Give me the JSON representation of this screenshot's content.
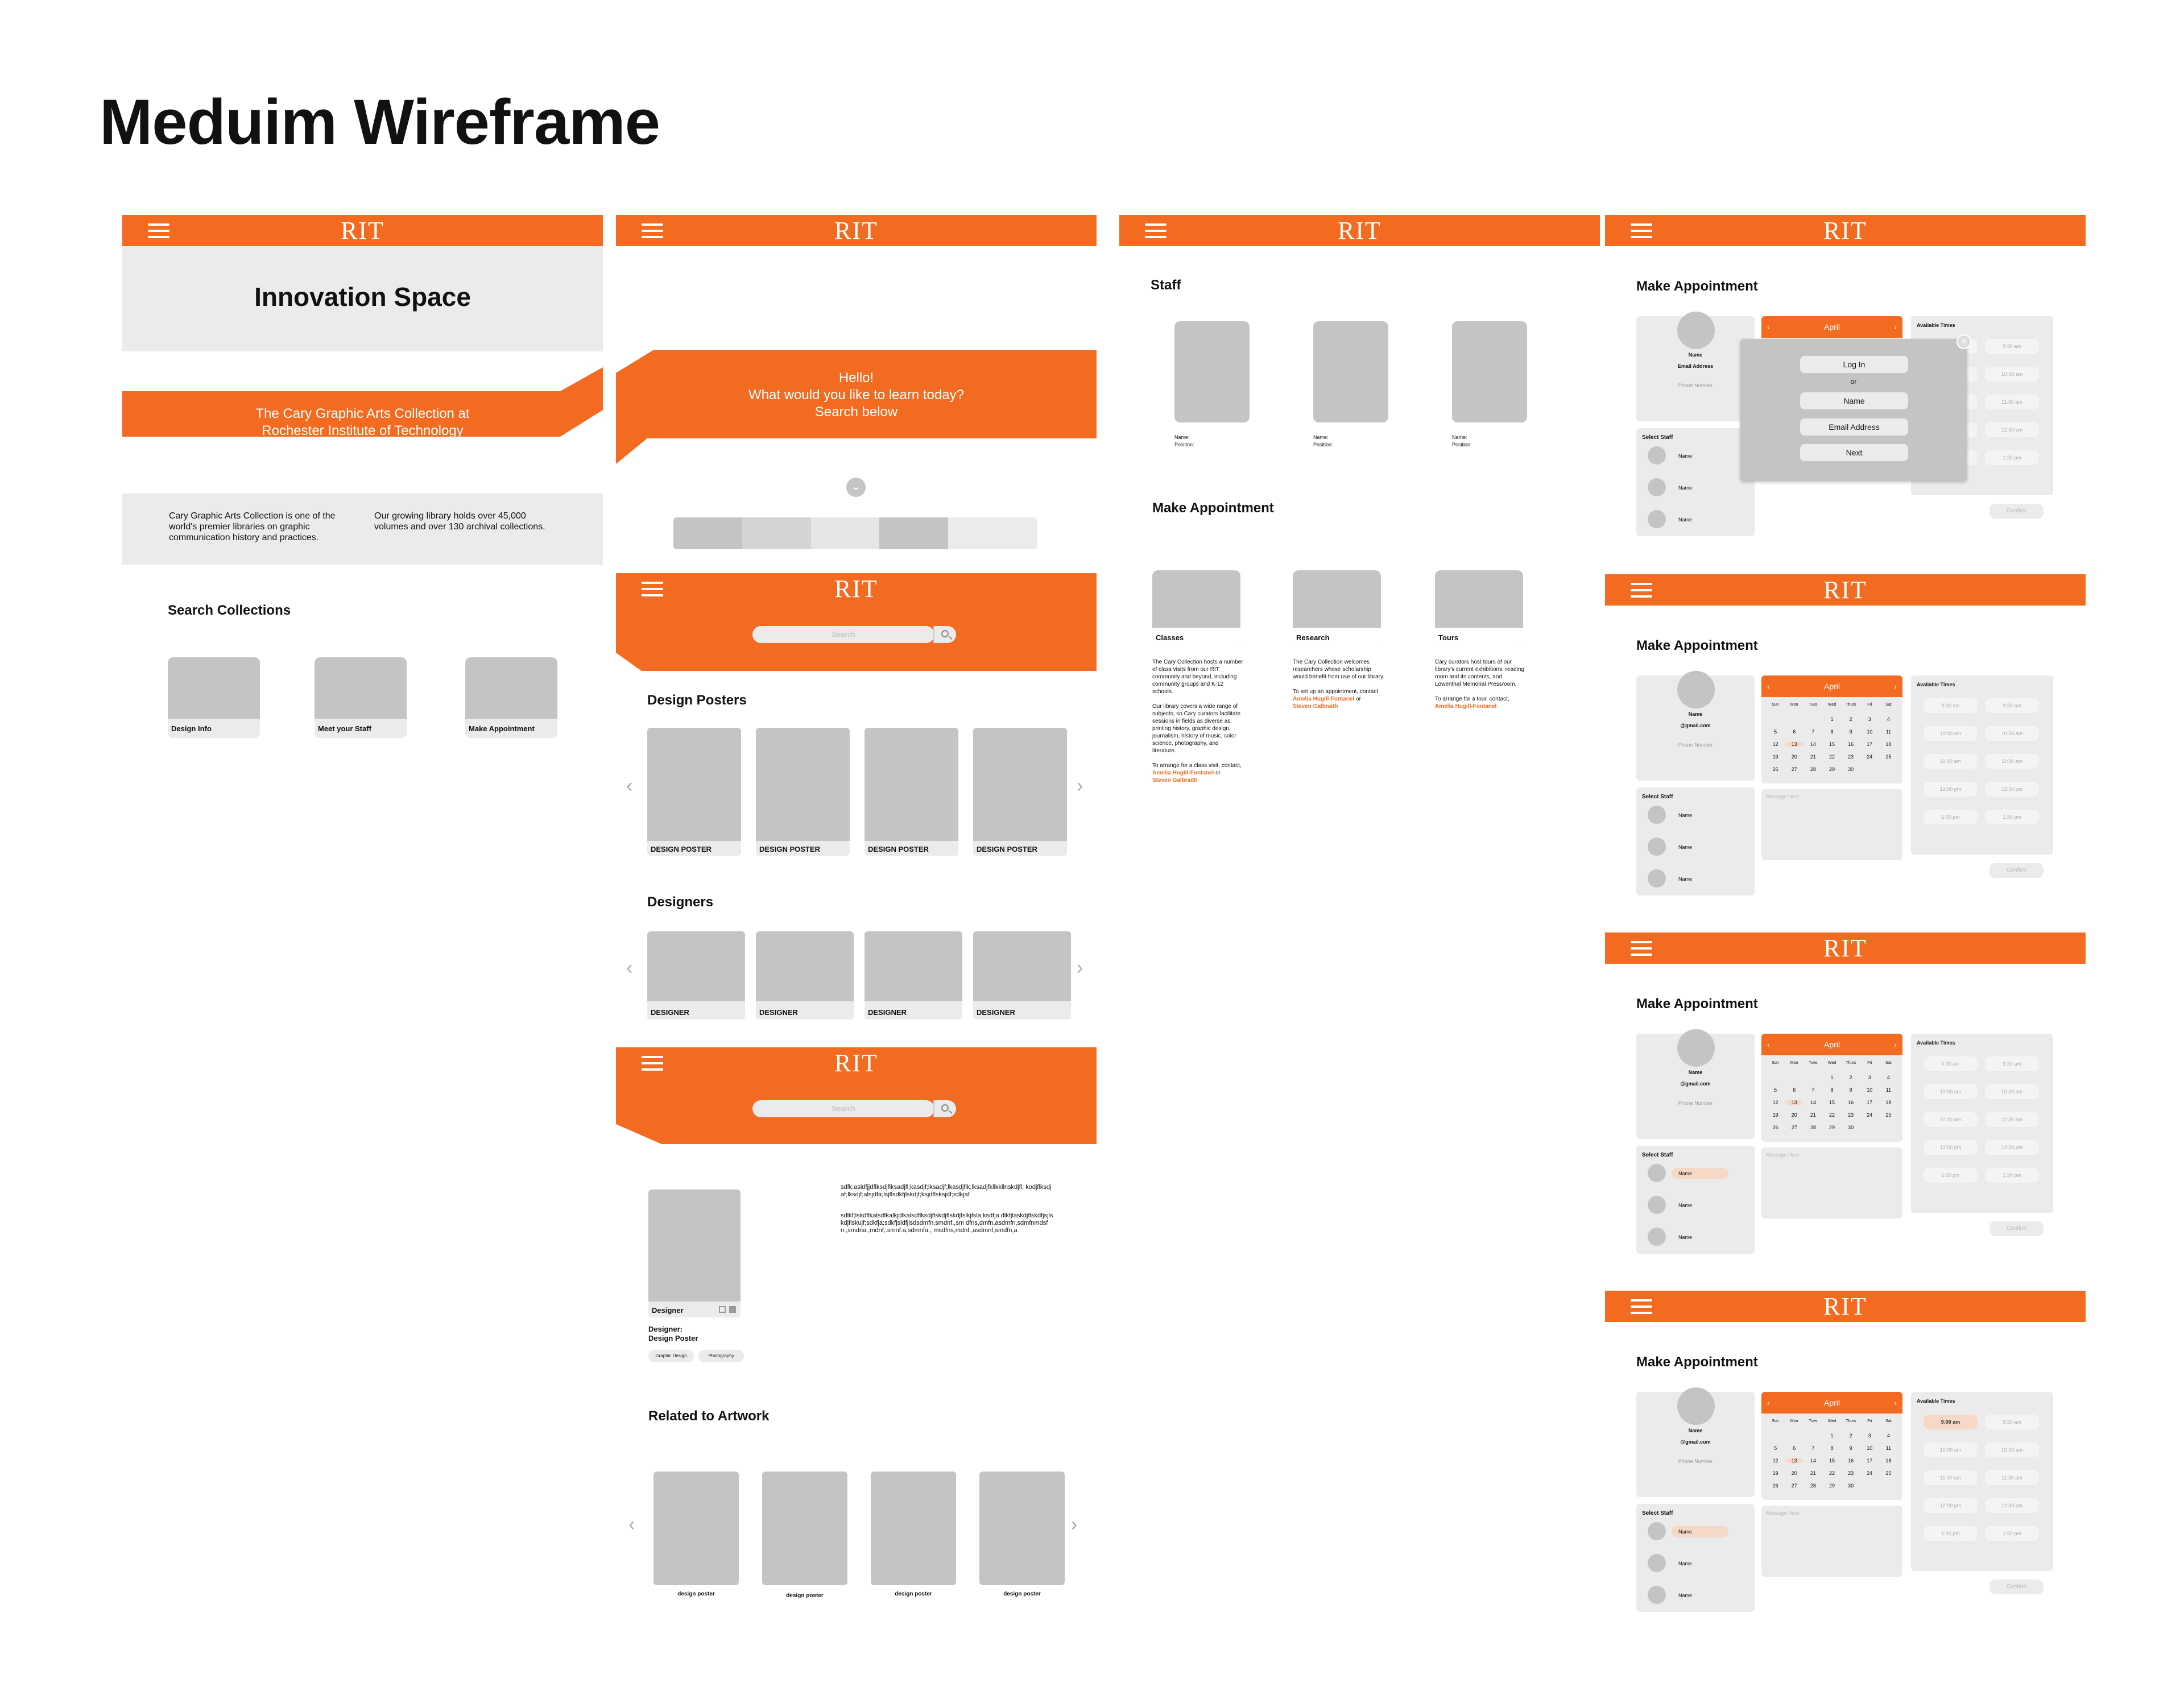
{
  "page_title": "Meduim Wireframe",
  "logo": "RIT",
  "f1": {
    "hero_title": "Innovation Space",
    "band_text_1": "The Cary Graphic Arts Collection at",
    "band_text_2": "Rochester Institute of Technology",
    "info_left": "Cary Graphic Arts Collection is one of the world's premier libraries on graphic communication history and practices.",
    "info_right": "Our growing library holds over 45,000 volumes and over 130 archival collections.",
    "search_heading": "Search Collections",
    "cards": [
      "Design Info",
      "Meet your Staff",
      "Make Appointment"
    ]
  },
  "f2": {
    "hello_1": "Hello!",
    "hello_2": "What would you like to learn today?",
    "hello_3": "Search below"
  },
  "f3": {
    "search_placeholder": "Search",
    "posters_heading": "Design Posters",
    "poster_label": "DESIGN POSTER",
    "designers_heading": "Designers",
    "designer_label": "DESIGNER"
  },
  "f4": {
    "search_placeholder": "Search",
    "card_caption": "Designer",
    "detail_1": "Designer:",
    "detail_2": "Design Poster",
    "tags": [
      "Graphic Design",
      "Photography"
    ],
    "para_1": "sdfk;asldfjjdflksdjflksadjfl;kasdjf;lksadjf;lkasdjflk;lksadjfkllkkllnskdjfl; kodjflksdjaf;lksdjf;alsjdfa;lsjflsdkfjlskdjf;ksjdflsksjdf;sdkjaf",
    "para_2": "sdlkf;lskdflkalsdfkalkjdlkalsdflksdjflskdjflskdjfslkjfsla;ksdfja dlkfjlaskdjflskdfjsjlskdjflskujf;sdkfja;sdkfjsldfjlsdsdmfn,smdnf.,sm dfns,dmfn,asdmfn,sdmfnmdsfn.,smdna.,mdnf,.smnf.a,sdmnfa., msdfns,mdnf.,asdmnf,smdfn,a",
    "related_heading": "Related to Artwork",
    "related": [
      "design poster",
      "design poster",
      "design poster",
      "design poster"
    ]
  },
  "f5": {
    "staff_heading": "Staff",
    "name_label": "Name:",
    "position_label": "Position:",
    "appt_heading": "Make Appointment",
    "cards": [
      {
        "title": "Classes",
        "body": "The Cary Collection hosts a number of class visits from our RIT community and beyond, including community groups and K-12 schools.\n\nOur library covers a wide range of subjects, so Cary curators facilitate sessions in fields as diverse as: printing history, graphic design, journalism, history of music, color science, photography, and literature.\n\nTo arrange for a class visit, contact,",
        "link_1": "Amelia Hugill-Fontanel",
        "mid": "or",
        "link_2": "Steven Galbraith"
      },
      {
        "title": "Research",
        "body": "The Cary Collection welcomes researchers whose scholarship would benefit from use of our library.\n\nTo set up an appointment, contact,",
        "link_1": "Amelia Hugill-Fontanel",
        "mid": "or",
        "link_2": "Steven Galbraith"
      },
      {
        "title": "Tours",
        "body": "Cary curators host tours of our library's current exhibitions, reading room and its contents, and Lowenthal Memorial Pressroom.\n\nTo arrange for a tour, contact,",
        "link_1": "Amelia Hugill-Fontanel",
        "mid": "",
        "link_2": ""
      }
    ]
  },
  "appt": {
    "heading": "Make Appointment",
    "month": "April",
    "prev": "‹",
    "next": "›",
    "weekdays": [
      "Sun",
      "Mon",
      "Tues",
      "Wed",
      "Thurs",
      "Fri",
      "Sat"
    ],
    "days": [
      "",
      "",
      "",
      "1",
      "2",
      "3",
      "4",
      "5",
      "6",
      "7",
      "8",
      "9",
      "10",
      "11",
      "12",
      "13",
      "14",
      "15",
      "16",
      "17",
      "18",
      "19",
      "20",
      "21",
      "22",
      "23",
      "24",
      "25",
      "26",
      "27",
      "28",
      "29",
      "30",
      "",
      ""
    ],
    "available_times": "Available Times",
    "times_left": [
      "9:00 am",
      "10:00 am",
      "11:00 am",
      "12:00 pm",
      "1:00 pm"
    ],
    "times_right": [
      "9:30 am",
      "10:30 am",
      "11:30 am",
      "12:30 pm",
      "1:30 pm"
    ],
    "confirm": "Confirm",
    "select_staff": "Select Staff",
    "staff_names": [
      "Name",
      "Name",
      "Name"
    ],
    "profile_name": "Name",
    "email_label": "Email Address",
    "email_value": "@gmail.com",
    "phone_placeholder": "Phone Number",
    "message_placeholder": "Message Here",
    "login_modal": {
      "login": "Log In",
      "or": "or",
      "name": "Name",
      "email": "Email Address",
      "next": "Next"
    }
  },
  "colors": {
    "brand": "#f26b21",
    "tile": "#c4c4c4",
    "light": "#ebebeb",
    "highlight": "#f5d9c6"
  }
}
